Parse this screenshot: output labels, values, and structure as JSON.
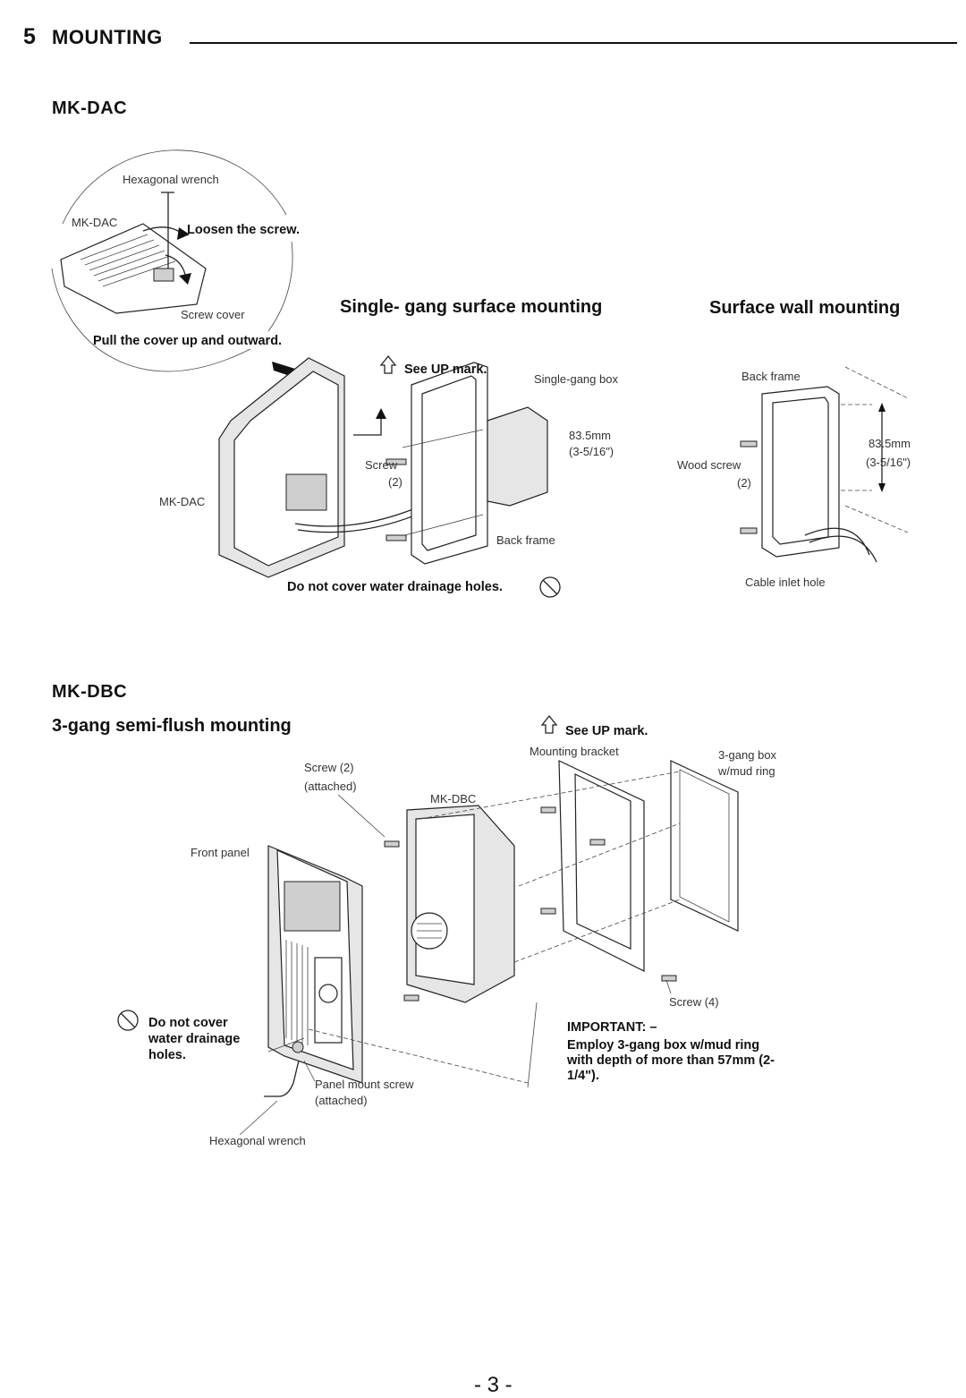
{
  "header": {
    "section_number": "5",
    "section_title": "MOUNTING"
  },
  "mk_dac": {
    "title": "MK-DAC",
    "callout": {
      "hexagonal_wrench": "Hexagonal wrench",
      "model": "MK-DAC",
      "loosen": "Loosen the screw.",
      "screw_cover": "Screw cover",
      "pull_cover": "Pull the cover up and outward."
    },
    "single_gang": {
      "title": "Single- gang surface mounting",
      "see_up": "See UP mark.",
      "single_gang_box": "Single-gang box",
      "dim_mm": "83.5mm",
      "dim_in": "(3-5/16\")",
      "screw": "Screw",
      "screw_count": "(2)",
      "model": "MK-DAC",
      "back_frame": "Back frame",
      "drainage": "Do not cover water drainage holes."
    },
    "surface_wall": {
      "title": "Surface wall mounting",
      "back_frame": "Back frame",
      "dim_mm": "83.5mm",
      "dim_in": "(3-5/16\")",
      "wood_screw": "Wood screw",
      "screw_count": "(2)",
      "cable_inlet": "Cable inlet hole"
    }
  },
  "mk_dbc": {
    "title": "MK-DBC",
    "subtitle": "3-gang semi-flush mounting",
    "see_up": "See UP mark.",
    "mounting_bracket": "Mounting bracket",
    "box_line1": "3-gang box",
    "box_line2": "w/mud ring",
    "screw2_line1": "Screw (2)",
    "screw2_line2": "(attached)",
    "model": "MK-DBC",
    "front_panel": "Front panel",
    "drain_line1": "Do not cover",
    "drain_line2": "water drainage",
    "drain_line3": "holes.",
    "panel_screw_line1": "Panel mount screw",
    "panel_screw_line2": "(attached)",
    "hex_wrench": "Hexagonal wrench",
    "screw4": "Screw (4)",
    "important_title": "IMPORTANT: –",
    "important_body": "Employ 3-gang box w/mud ring with depth of more than 57mm (2-1/4\")."
  },
  "footer": {
    "page_number": "- 3 -"
  }
}
